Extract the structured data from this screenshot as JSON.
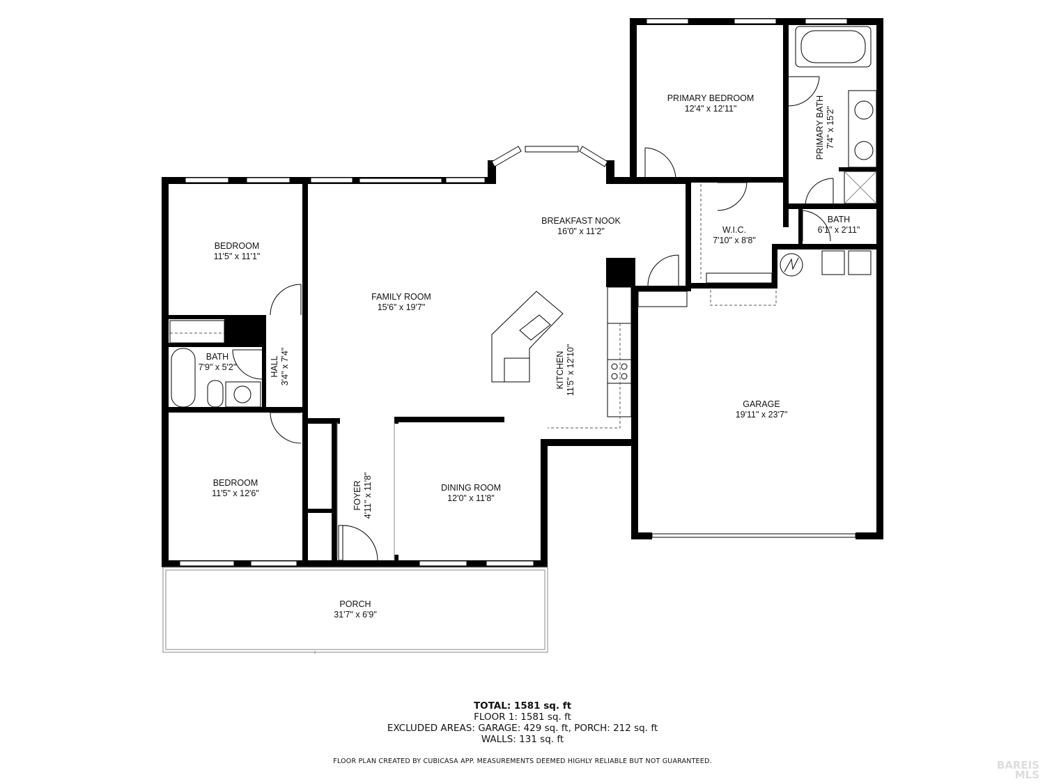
{
  "rooms": {
    "primary_bedroom": {
      "name": "PRIMARY BEDROOM",
      "dims": "12'4\" x 12'11\""
    },
    "primary_bath": {
      "name": "PRIMARY BATH",
      "dims": "7'4\" x 15'2\""
    },
    "breakfast_nook": {
      "name": "BREAKFAST NOOK",
      "dims": "16'0\" x 11'2\""
    },
    "wic": {
      "name": "W.I.C.",
      "dims": "7'10\" x 8'8\""
    },
    "bath_small": {
      "name": "BATH",
      "dims": "6'1\" x 2'11\""
    },
    "bedroom_1": {
      "name": "BEDROOM",
      "dims": "11'5\" x 11'1\""
    },
    "family_room": {
      "name": "FAMILY ROOM",
      "dims": "15'6\" x 19'7\""
    },
    "bath_2": {
      "name": "BATH",
      "dims": "7'9\" x 5'2\""
    },
    "hall": {
      "name": "HALL",
      "dims": "3'4\" x 7'4\""
    },
    "kitchen": {
      "name": "KITCHEN",
      "dims": "11'5\" x 12'10\""
    },
    "garage": {
      "name": "GARAGE",
      "dims": "19'11\" x 23'7\""
    },
    "bedroom_2": {
      "name": "BEDROOM",
      "dims": "11'5\" x 12'6\""
    },
    "foyer": {
      "name": "FOYER",
      "dims": "4'11\" x 11'8\""
    },
    "dining_room": {
      "name": "DINING ROOM",
      "dims": "12'0\" x 11'8\""
    },
    "porch": {
      "name": "PORCH",
      "dims": "31'7\" x 6'9\""
    }
  },
  "summary": {
    "total": "TOTAL: 1581 sq. ft",
    "floor1": "FLOOR 1: 1581 sq. ft",
    "excluded": "EXCLUDED AREAS: GARAGE: 429 sq. ft, PORCH: 212 sq. ft",
    "walls": "WALLS: 131 sq. ft"
  },
  "disclaimer": "FLOOR PLAN CREATED BY CUBICASA APP. MEASUREMENTS DEEMED HIGHLY RELIABLE BUT NOT GUARANTEED.",
  "watermark": {
    "line1": "BAREIS",
    "line2": "MLS"
  }
}
